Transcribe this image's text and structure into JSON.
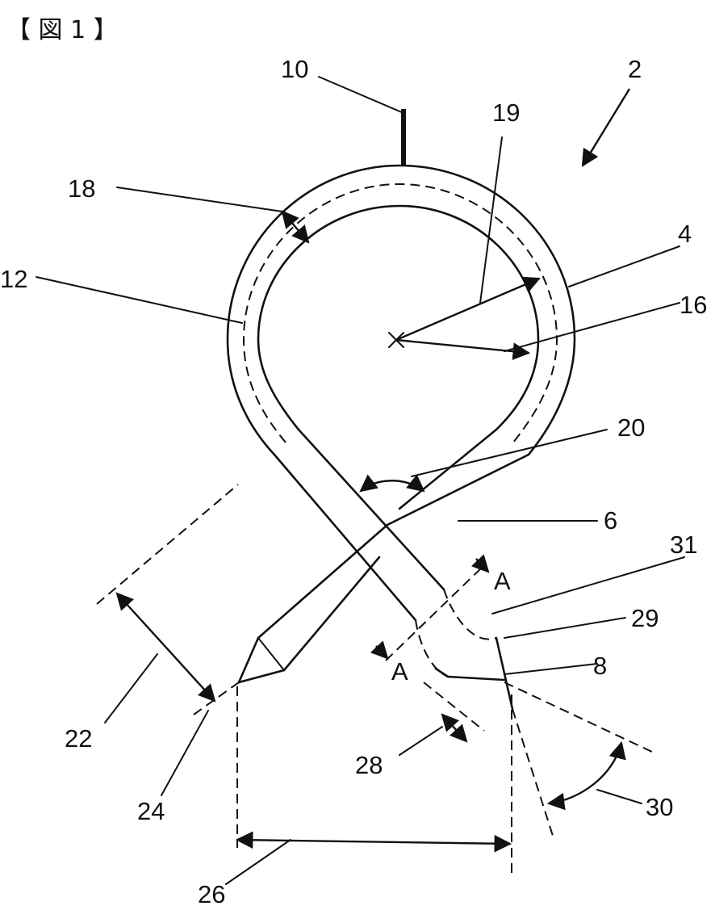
{
  "figure": {
    "heading": "【 図 1 】",
    "labels": {
      "l2": "2",
      "l4": "4",
      "l6": "6",
      "l8": "8",
      "l10": "10",
      "l12": "12",
      "l16": "16",
      "l18": "18",
      "l19": "19",
      "l20": "20",
      "l22": "22",
      "l24": "24",
      "l26": "26",
      "l28": "28",
      "l29": "29",
      "l30": "30",
      "l31": "31",
      "section_upper": "A",
      "section_lower": "A"
    }
  }
}
